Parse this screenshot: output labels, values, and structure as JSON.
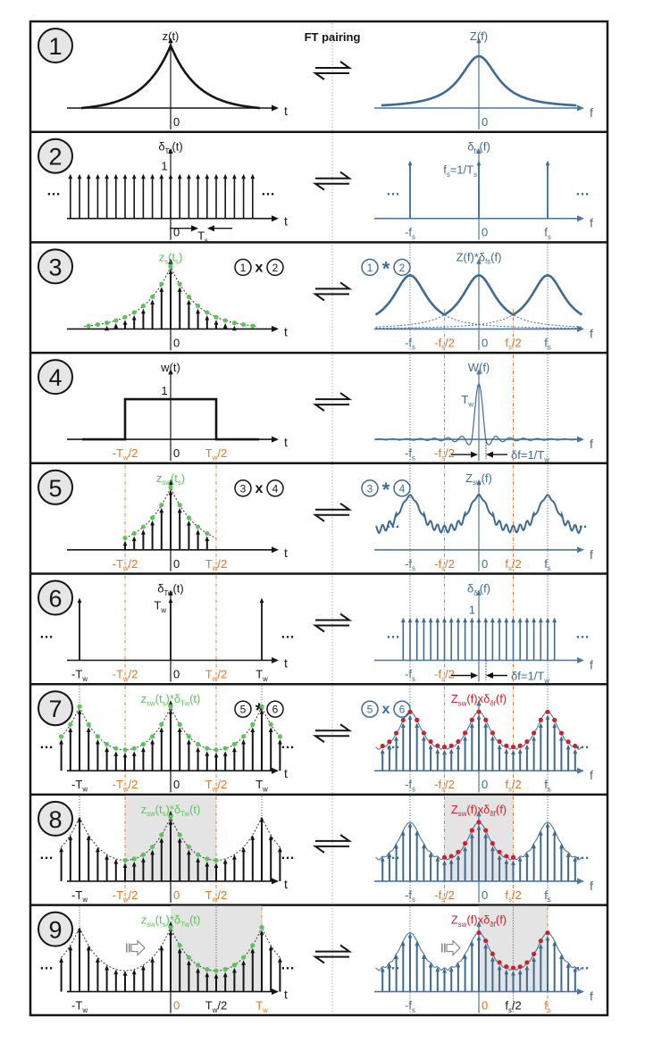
{
  "header": {
    "title": "FT pairing"
  },
  "colors": {
    "black": "#151515",
    "blue": "#3f6b93",
    "green": "#5cc35a",
    "red": "#c9232d",
    "orange": "#d9772b",
    "shade": "#e4e4e4",
    "badge": "#e6e6e6"
  },
  "panels": [
    {
      "number": "1",
      "left_title": [
        "z(t)"
      ],
      "right_title": [
        "Z(f)"
      ],
      "left_ticks": [
        {
          "v": 0,
          "label": [
            "0"
          ],
          "color": "black"
        }
      ],
      "right_ticks": [
        {
          "v": 0,
          "label": [
            "0"
          ],
          "color": "blue"
        }
      ]
    },
    {
      "number": "2",
      "left_title": [
        "δ",
        "Ts",
        "(t)"
      ],
      "right_title": [
        "δ",
        "fs",
        "(f)"
      ],
      "left_ticks": [
        {
          "v": 0,
          "label": [
            "0"
          ],
          "color": "black"
        }
      ],
      "right_ticks": [
        {
          "v": -1,
          "label": [
            "-f",
            "s"
          ],
          "color": "blue"
        },
        {
          "v": 0,
          "label": [
            "0"
          ],
          "color": "blue"
        },
        {
          "v": 1,
          "label": [
            "f",
            "s"
          ],
          "color": "blue"
        }
      ],
      "left_amplitude": [
        "1"
      ],
      "left_spacing": [
        "T",
        "s"
      ],
      "right_spacing": [
        "f",
        "s",
        "=1/T",
        "s"
      ]
    },
    {
      "number": "3",
      "left_title": [
        "z",
        "s",
        "(t",
        "s",
        ")"
      ],
      "right_title": [
        "Z(f)*δ",
        "fs",
        "(f)"
      ],
      "op_left": {
        "a": "1",
        "op": "x",
        "b": "2"
      },
      "op_right": {
        "a": "1",
        "op": "*",
        "b": "2"
      },
      "left_ticks": [
        {
          "v": 0,
          "label": [
            "0"
          ],
          "color": "black"
        }
      ],
      "right_ticks": [
        {
          "v": -1,
          "label": [
            "-f",
            "s"
          ],
          "color": "blue"
        },
        {
          "v": -0.5,
          "label": [
            "-f",
            "s",
            "/2"
          ],
          "color": "orange"
        },
        {
          "v": 0,
          "label": [
            "0"
          ],
          "color": "blue"
        },
        {
          "v": 0.5,
          "label": [
            "f",
            "s",
            "/2"
          ],
          "color": "orange"
        },
        {
          "v": 1,
          "label": [
            "f",
            "s"
          ],
          "color": "blue"
        }
      ]
    },
    {
      "number": "4",
      "left_title": [
        "w(t)"
      ],
      "right_title": [
        "W(f)"
      ],
      "left_ticks": [
        {
          "v": -0.5,
          "label": [
            "-T",
            "w",
            "/2"
          ],
          "color": "orange"
        },
        {
          "v": 0,
          "label": [
            "0"
          ],
          "color": "black"
        },
        {
          "v": 0.5,
          "label": [
            "T",
            "w",
            "/2"
          ],
          "color": "orange"
        }
      ],
      "right_ticks": [
        {
          "v": -1,
          "label": [
            "-f",
            "s"
          ],
          "color": "blue"
        },
        {
          "v": -0.5,
          "label": [
            "-f",
            "s",
            "/2"
          ],
          "color": "orange"
        }
      ],
      "left_amplitude": [
        "1"
      ],
      "right_amplitude": [
        "T",
        "w"
      ],
      "resolution": [
        "δf=1/T",
        "w"
      ]
    },
    {
      "number": "5",
      "left_title": [
        "z",
        "sw",
        "(t",
        "s",
        ")"
      ],
      "right_title": [
        "Z",
        "sw",
        "(f)"
      ],
      "op_left": {
        "a": "3",
        "op": "x",
        "b": "4"
      },
      "op_right": {
        "a": "3",
        "op": "*",
        "b": "4"
      },
      "left_ticks": [
        {
          "v": -0.5,
          "label": [
            "-T",
            "w",
            "/2"
          ],
          "color": "orange"
        },
        {
          "v": 0,
          "label": [
            "0"
          ],
          "color": "black"
        },
        {
          "v": 0.5,
          "label": [
            "T",
            "w",
            "/2"
          ],
          "color": "orange"
        }
      ],
      "right_ticks": [
        {
          "v": -1,
          "label": [
            "-f",
            "s"
          ],
          "color": "blue"
        },
        {
          "v": -0.5,
          "label": [
            "-f",
            "s",
            "/2"
          ],
          "color": "orange"
        },
        {
          "v": 0,
          "label": [
            "0"
          ],
          "color": "blue"
        },
        {
          "v": 0.5,
          "label": [
            "f",
            "s",
            "/2"
          ],
          "color": "orange"
        },
        {
          "v": 1,
          "label": [
            "f",
            "s"
          ],
          "color": "blue"
        }
      ]
    },
    {
      "number": "6",
      "left_title": [
        "δ",
        "Tw",
        "(t)"
      ],
      "right_title": [
        "δ",
        "δf",
        "(f)"
      ],
      "left_ticks": [
        {
          "v": -1,
          "label": [
            "-T",
            "w"
          ],
          "color": "black"
        },
        {
          "v": -0.5,
          "label": [
            "-T",
            "w",
            "/2"
          ],
          "color": "orange"
        },
        {
          "v": 0,
          "label": [
            "0"
          ],
          "color": "black"
        },
        {
          "v": 0.5,
          "label": [
            "T",
            "w",
            "/2"
          ],
          "color": "orange"
        },
        {
          "v": 1,
          "label": [
            "T",
            "w"
          ],
          "color": "black"
        }
      ],
      "right_ticks": [
        {
          "v": -1,
          "label": [
            "-f",
            "s"
          ],
          "color": "blue"
        },
        {
          "v": -0.5,
          "label": [
            "-f",
            "s",
            "/2"
          ],
          "color": "orange"
        }
      ],
      "left_amplitude": [
        "T",
        "w"
      ],
      "right_amplitude": [
        "1"
      ],
      "resolution": [
        "δf=1/T",
        "w"
      ]
    },
    {
      "number": "7",
      "left_title": [
        "z",
        "sw",
        "(t",
        "s",
        ")*δ",
        "Tw",
        "(t)"
      ],
      "right_title": [
        "Z",
        "sw",
        "(f)xδ",
        "δf",
        "(f)"
      ],
      "op_left": {
        "a": "5",
        "op": "*",
        "b": "6"
      },
      "op_right": {
        "a": "5",
        "op": "x",
        "b": "6"
      },
      "left_ticks": [
        {
          "v": -1,
          "label": [
            "-T",
            "w"
          ],
          "color": "black"
        },
        {
          "v": -0.5,
          "label": [
            "-T",
            "w",
            "/2"
          ],
          "color": "orange"
        },
        {
          "v": 0,
          "label": [
            "0"
          ],
          "color": "black"
        },
        {
          "v": 0.5,
          "label": [
            "T",
            "w",
            "/2"
          ],
          "color": "orange"
        },
        {
          "v": 1,
          "label": [
            "T",
            "w"
          ],
          "color": "black"
        }
      ],
      "right_ticks": [
        {
          "v": -1,
          "label": [
            "-f",
            "s"
          ],
          "color": "blue"
        },
        {
          "v": -0.5,
          "label": [
            "-f",
            "s",
            "/2"
          ],
          "color": "orange"
        },
        {
          "v": 0,
          "label": [
            "0"
          ],
          "color": "blue"
        },
        {
          "v": 0.5,
          "label": [
            "f",
            "s",
            "/2"
          ],
          "color": "orange"
        },
        {
          "v": 1,
          "label": [
            "f",
            "s"
          ],
          "color": "blue"
        }
      ]
    },
    {
      "number": "8",
      "left_title": [
        "z",
        "sw",
        "(t",
        "s",
        ")*δ",
        "Tw",
        "(t)"
      ],
      "right_title": [
        "Z",
        "sw",
        "(f)xδ",
        "δf",
        "(f)"
      ],
      "left_ticks": [
        {
          "v": -1,
          "label": [
            "-T",
            "w"
          ],
          "color": "black"
        },
        {
          "v": -0.5,
          "label": [
            "-T",
            "w",
            "/2"
          ],
          "color": "orange"
        },
        {
          "v": 0,
          "label": [
            "0"
          ],
          "color": "orange"
        },
        {
          "v": 0.5,
          "label": [
            "T",
            "w",
            "/2"
          ],
          "color": "orange"
        }
      ],
      "right_ticks": [
        {
          "v": -1,
          "label": [
            "-f",
            "s"
          ],
          "color": "blue"
        },
        {
          "v": -0.5,
          "label": [
            "-f",
            "s",
            "/2"
          ],
          "color": "orange"
        },
        {
          "v": 0,
          "label": [
            "0"
          ],
          "color": "blue"
        },
        {
          "v": 0.5,
          "label": [
            "f",
            "s",
            "/2"
          ],
          "color": "orange"
        },
        {
          "v": 1,
          "label": [
            "f",
            "s"
          ],
          "color": "blue"
        }
      ]
    },
    {
      "number": "9",
      "left_title": [
        "z",
        "sw",
        "(t",
        "s",
        ")*δ",
        "Tw",
        "(t)"
      ],
      "right_title": [
        "Z",
        "sw",
        "(f)xδ",
        "δf",
        "(f)"
      ],
      "left_ticks": [
        {
          "v": -1,
          "label": [
            "-T",
            "w"
          ],
          "color": "black"
        },
        {
          "v": 0,
          "label": [
            "0"
          ],
          "color": "orange"
        },
        {
          "v": 0.5,
          "label": [
            "T",
            "w",
            "/2"
          ],
          "color": "black"
        },
        {
          "v": 1,
          "label": [
            "T",
            "w"
          ],
          "color": "orange"
        }
      ],
      "right_ticks": [
        {
          "v": -1,
          "label": [
            "-f",
            "s"
          ],
          "color": "blue"
        },
        {
          "v": 0,
          "label": [
            "0"
          ],
          "color": "orange"
        },
        {
          "v": 0.5,
          "label": [
            "f",
            "s",
            "/2"
          ],
          "color": "black"
        },
        {
          "v": 1,
          "label": [
            "f",
            "s"
          ],
          "color": "orange"
        }
      ]
    }
  ],
  "axes": {
    "time": "t",
    "frequency": "f",
    "ellipsis": "…"
  }
}
